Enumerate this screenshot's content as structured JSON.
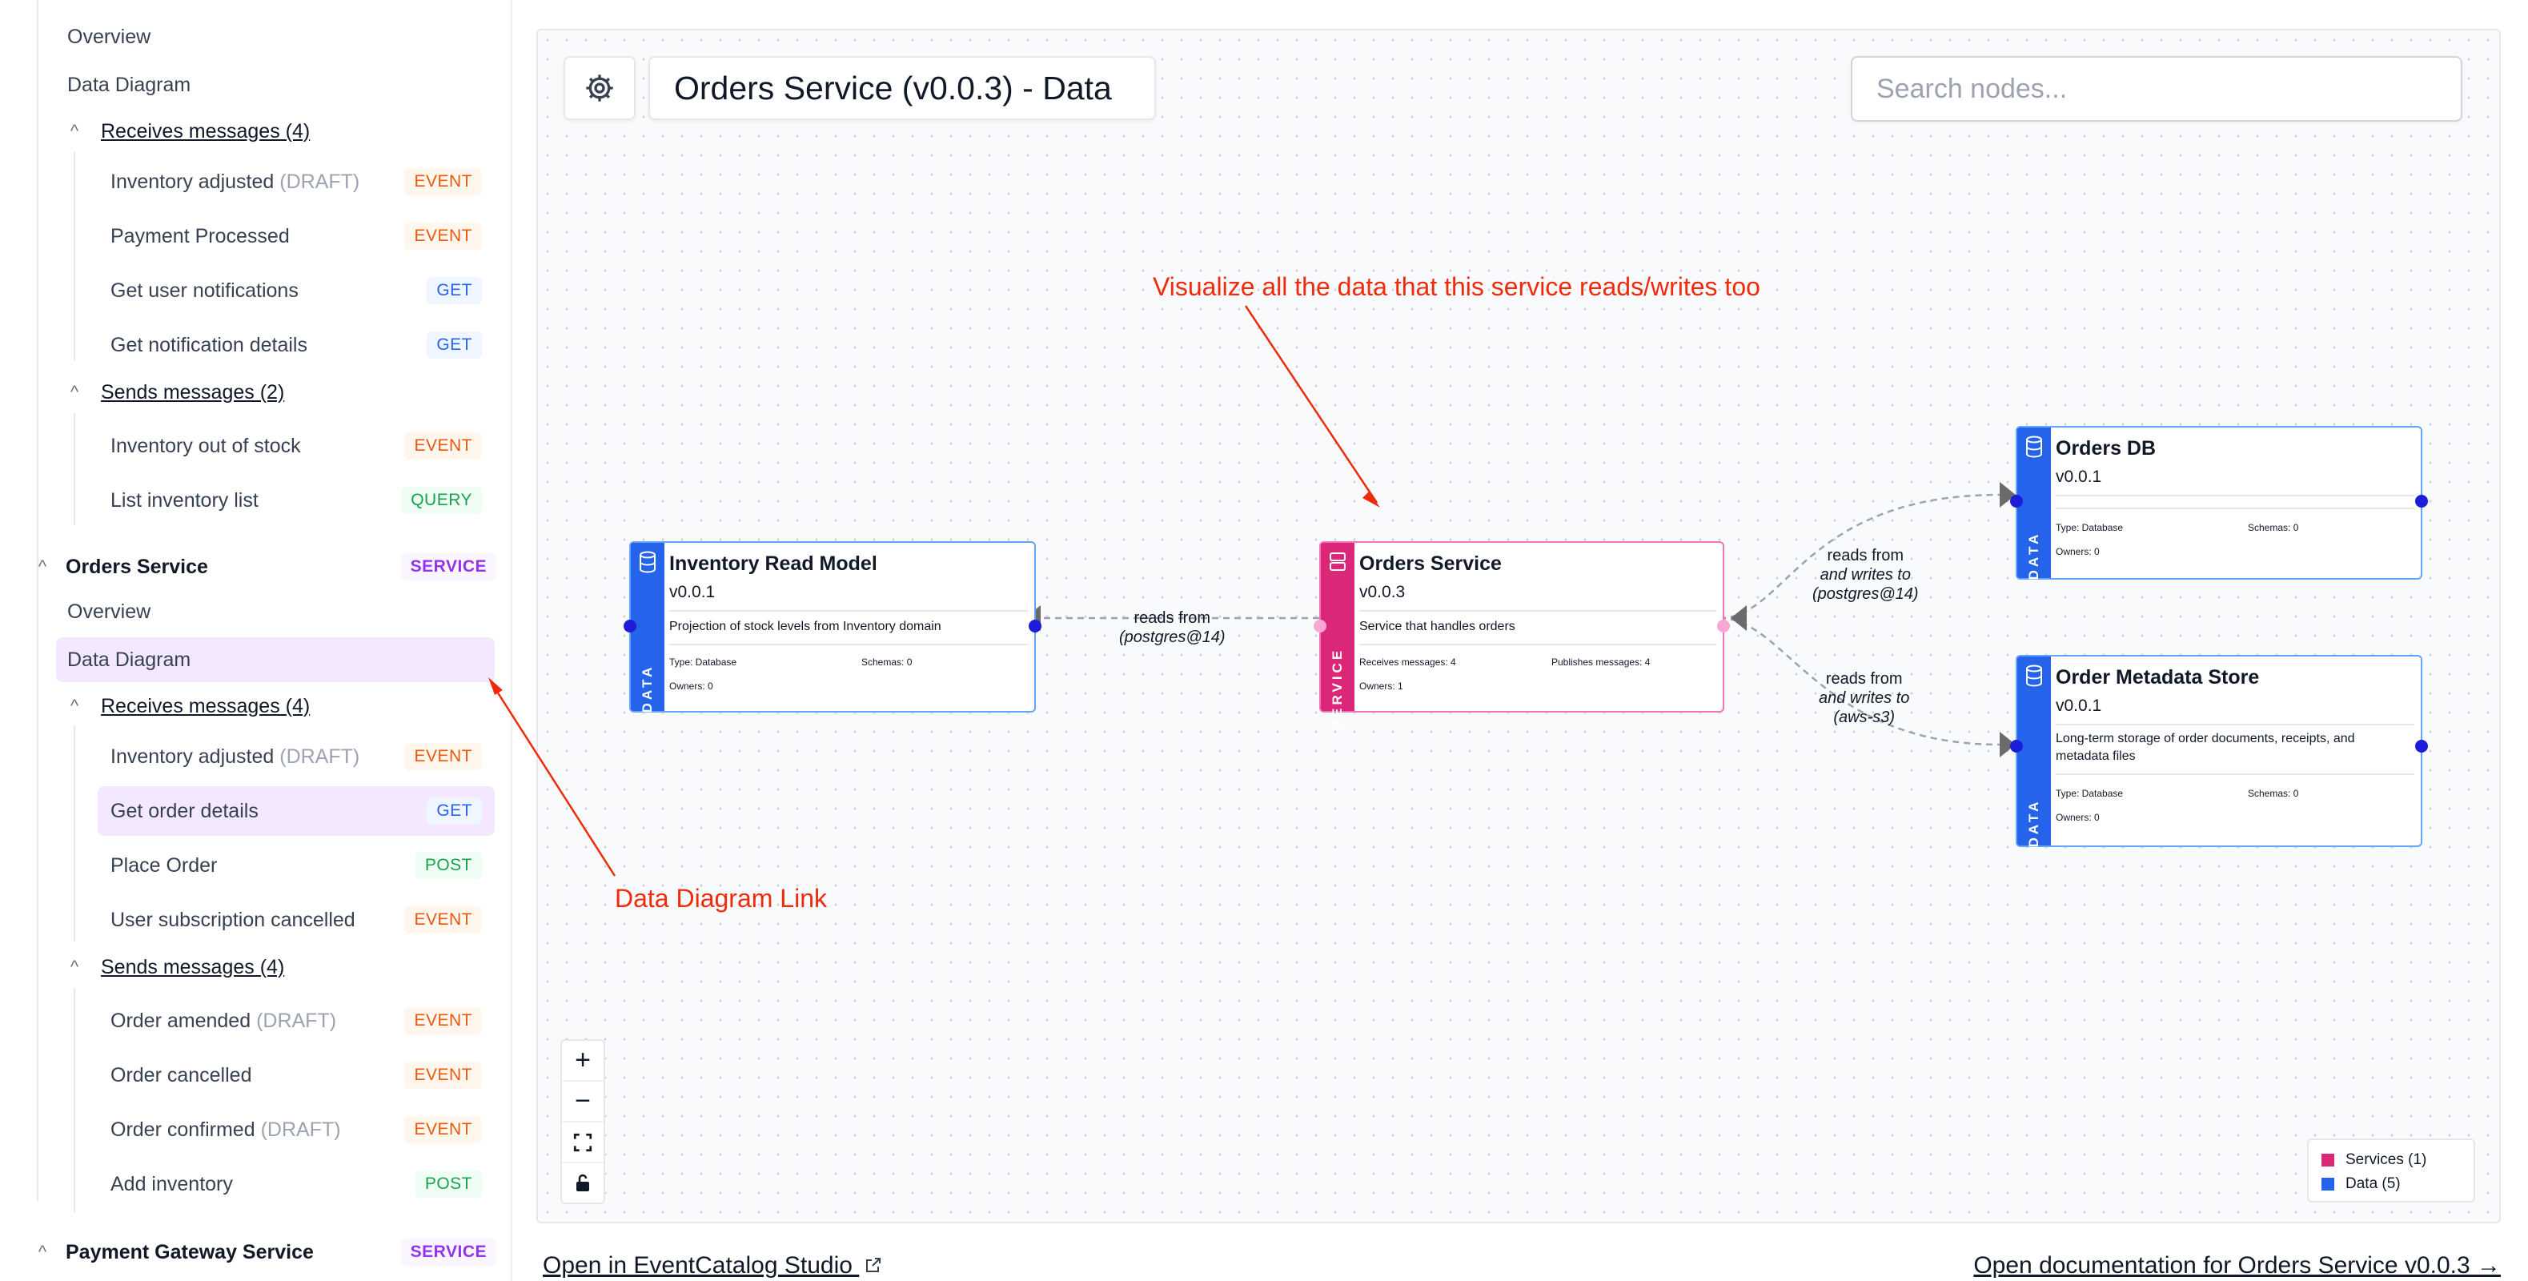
{
  "sidebar": {
    "top_items": [
      {
        "label": "Overview"
      },
      {
        "label": "Data Diagram"
      }
    ],
    "group1": {
      "receives_label": "Receives messages (4)",
      "receives": [
        {
          "label": "Inventory adjusted",
          "draft": "(DRAFT)",
          "badge": "EVENT"
        },
        {
          "label": "Payment Processed",
          "draft": "",
          "badge": "EVENT"
        },
        {
          "label": "Get user notifications",
          "draft": "",
          "badge": "GET"
        },
        {
          "label": "Get notification details",
          "draft": "",
          "badge": "GET"
        }
      ],
      "sends_label": "Sends messages (2)",
      "sends": [
        {
          "label": "Inventory out of stock",
          "draft": "",
          "badge": "EVENT"
        },
        {
          "label": "List inventory list",
          "draft": "",
          "badge": "QUERY"
        }
      ]
    },
    "orders_service": {
      "label": "Orders Service",
      "badge": "SERVICE",
      "overview": "Overview",
      "data_diagram": "Data Diagram",
      "receives_label": "Receives messages (4)",
      "receives": [
        {
          "label": "Inventory adjusted",
          "draft": "(DRAFT)",
          "badge": "EVENT"
        },
        {
          "label": "Get order details",
          "draft": "",
          "badge": "GET"
        },
        {
          "label": "Place Order",
          "draft": "",
          "badge": "POST"
        },
        {
          "label": "User subscription cancelled",
          "draft": "",
          "badge": "EVENT"
        }
      ],
      "sends_label": "Sends messages (4)",
      "sends": [
        {
          "label": "Order amended",
          "draft": "(DRAFT)",
          "badge": "EVENT"
        },
        {
          "label": "Order cancelled",
          "draft": "",
          "badge": "EVENT"
        },
        {
          "label": "Order confirmed",
          "draft": "(DRAFT)",
          "badge": "EVENT"
        },
        {
          "label": "Add inventory",
          "draft": "",
          "badge": "POST"
        }
      ]
    },
    "payment_gateway": {
      "label": "Payment Gateway Service",
      "badge": "SERVICE"
    }
  },
  "canvas": {
    "title": "Orders Service (v0.0.3) - Data",
    "search_placeholder": "Search nodes...",
    "zoom_in": "+",
    "zoom_out": "−",
    "fit": "⛶",
    "lock": "🔒",
    "legend": [
      {
        "label": "Services (1)",
        "color": "#db2777"
      },
      {
        "label": "Data (5)",
        "color": "#2563eb"
      }
    ]
  },
  "nodes": {
    "inventory": {
      "type_label": "DATA",
      "name": "Inventory Read Model",
      "version": "v0.0.1",
      "description": "Projection of stock levels from Inventory domain",
      "type": "Type: Database",
      "schemas": "Schemas: 0",
      "owners": "Owners: 0"
    },
    "orders_service": {
      "type_label": "SERVICE",
      "name": "Orders Service",
      "version": "v0.0.3",
      "description": "Service that handles orders",
      "receives": "Receives messages: 4",
      "publishes": "Publishes messages: 4",
      "owners": "Owners: 1"
    },
    "orders_db": {
      "type_label": "DATA",
      "name": "Orders DB",
      "version": "v0.0.1",
      "type": "Type: Database",
      "schemas": "Schemas: 0",
      "owners": "Owners: 0"
    },
    "metadata_store": {
      "type_label": "DATA",
      "name": "Order Metadata Store",
      "version": "v0.0.1",
      "description": "Long-term storage of order documents, receipts, and metadata files",
      "type": "Type: Database",
      "schemas": "Schemas: 0",
      "owners": "Owners: 0"
    }
  },
  "edges": {
    "inventory": {
      "line1": "reads from",
      "line2": "(postgres@14)"
    },
    "orders_db": {
      "line1": "reads from",
      "line2": "and writes to",
      "line3": "(postgres@14)"
    },
    "metadata": {
      "line1": "reads from",
      "line2": "and writes to",
      "line3": "(aws-s3)"
    }
  },
  "annotations": {
    "top": "Visualize all the data that this service reads/writes too",
    "left": "Data Diagram Link"
  },
  "footer": {
    "studio_link": "Open in EventCatalog Studio",
    "docs_link": "Open documentation for Orders Service v0.0.3 →"
  },
  "colors": {
    "accent": "#ef2b0c",
    "service": "#db2777",
    "data": "#2563eb"
  }
}
